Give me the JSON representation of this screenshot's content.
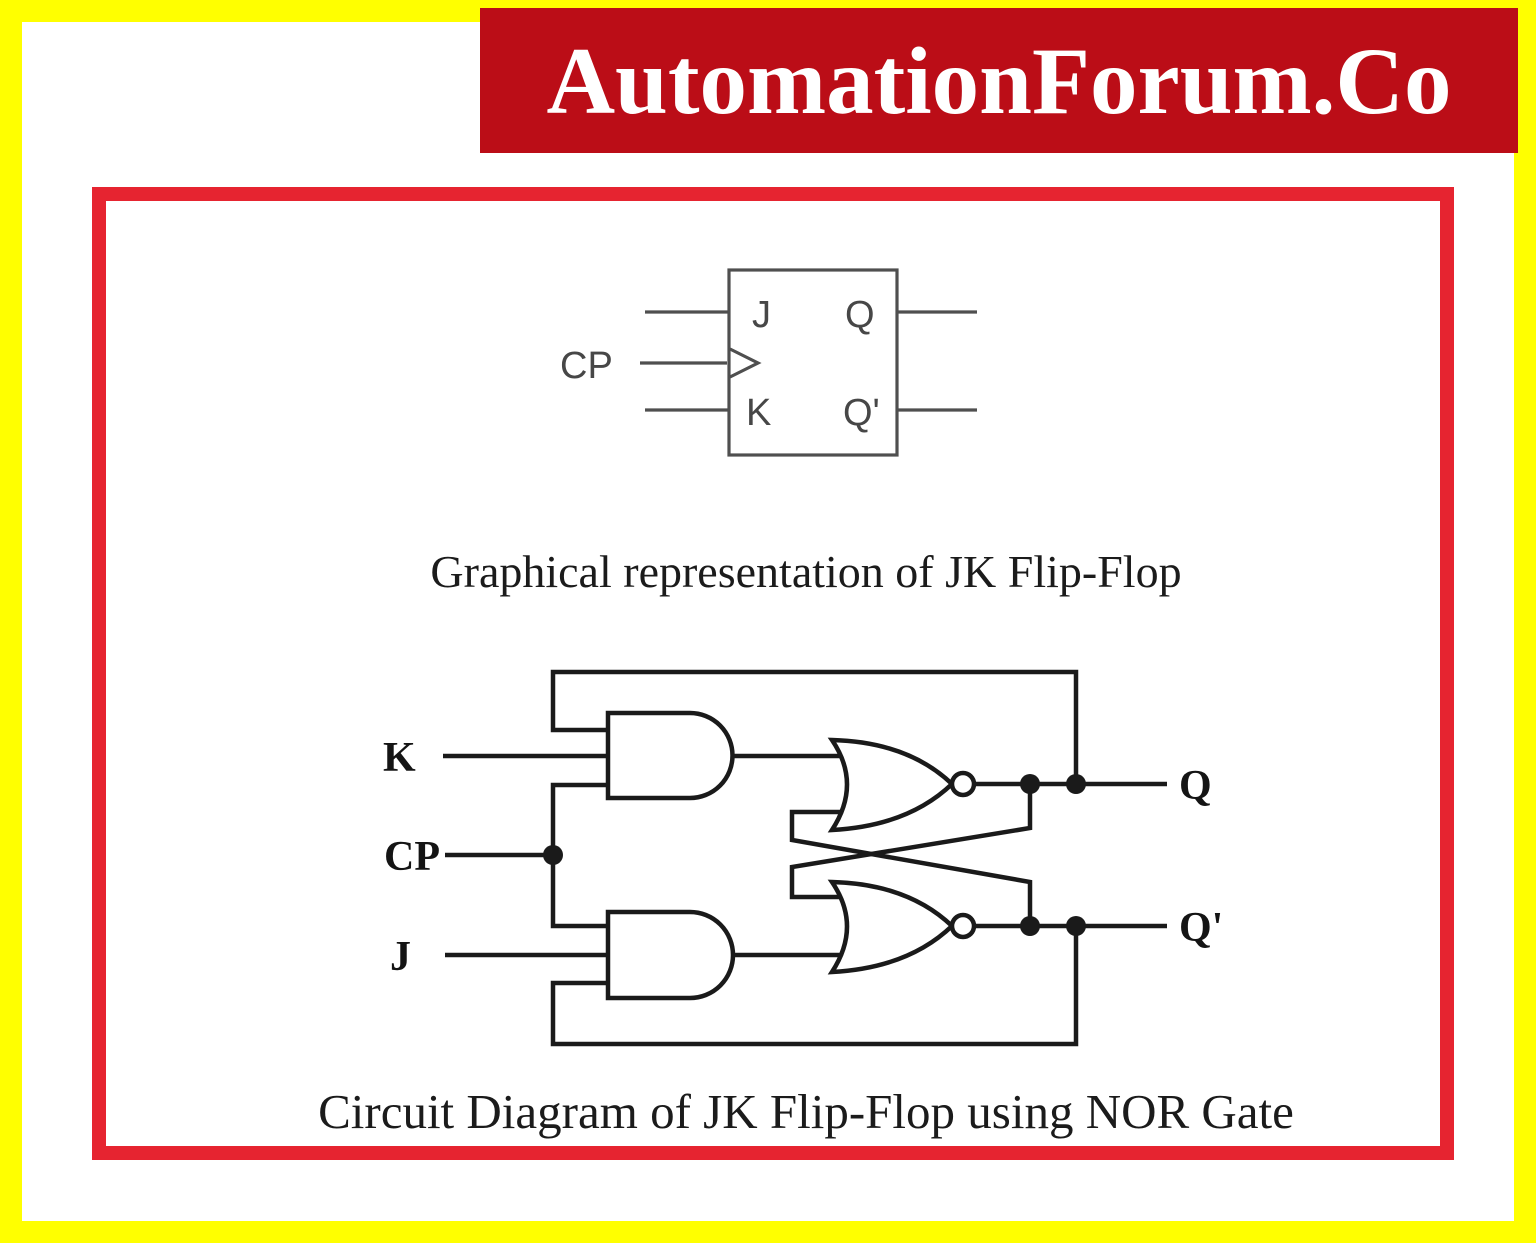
{
  "banner": {
    "title": "AutomationForum.Co"
  },
  "block_symbol": {
    "caption": "Graphical representation of JK Flip-Flop",
    "labels": {
      "j": "J",
      "k": "K",
      "q": "Q",
      "q_bar": "Q'",
      "clock": "CP"
    }
  },
  "circuit": {
    "caption": "Circuit Diagram of JK Flip-Flop using NOR Gate",
    "labels": {
      "k": "K",
      "cp": "CP",
      "j": "J",
      "q": "Q",
      "q_bar": "Q'"
    }
  },
  "colors": {
    "frame_yellow": "#ffff00",
    "banner_red": "#bb0d17",
    "panel_border_red": "#e62430",
    "circuit_line": "#1a1a1a",
    "symbol_line": "#4f4f4f"
  }
}
